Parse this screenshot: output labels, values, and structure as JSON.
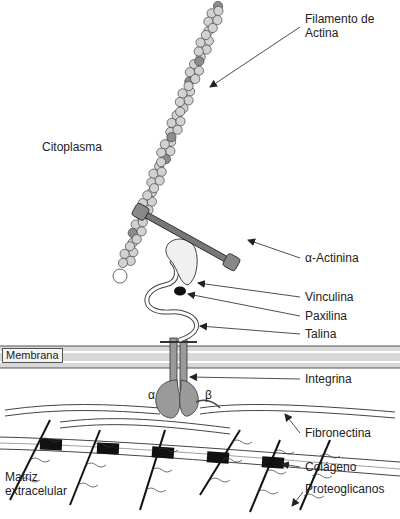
{
  "diagram": {
    "nodes": [
      {
        "text": [
          "Membrana"
        ]
      }
    ],
    "labels": [
      "Filamento de Actina",
      "Citoplasma",
      "α-Actinina",
      "Vinculina",
      "Paxilina",
      "Talina",
      "Integrina",
      "α",
      "β",
      "Fibronectina",
      "Colágeno",
      "Proteoglicanos",
      "Matriz extracelular"
    ]
  }
}
